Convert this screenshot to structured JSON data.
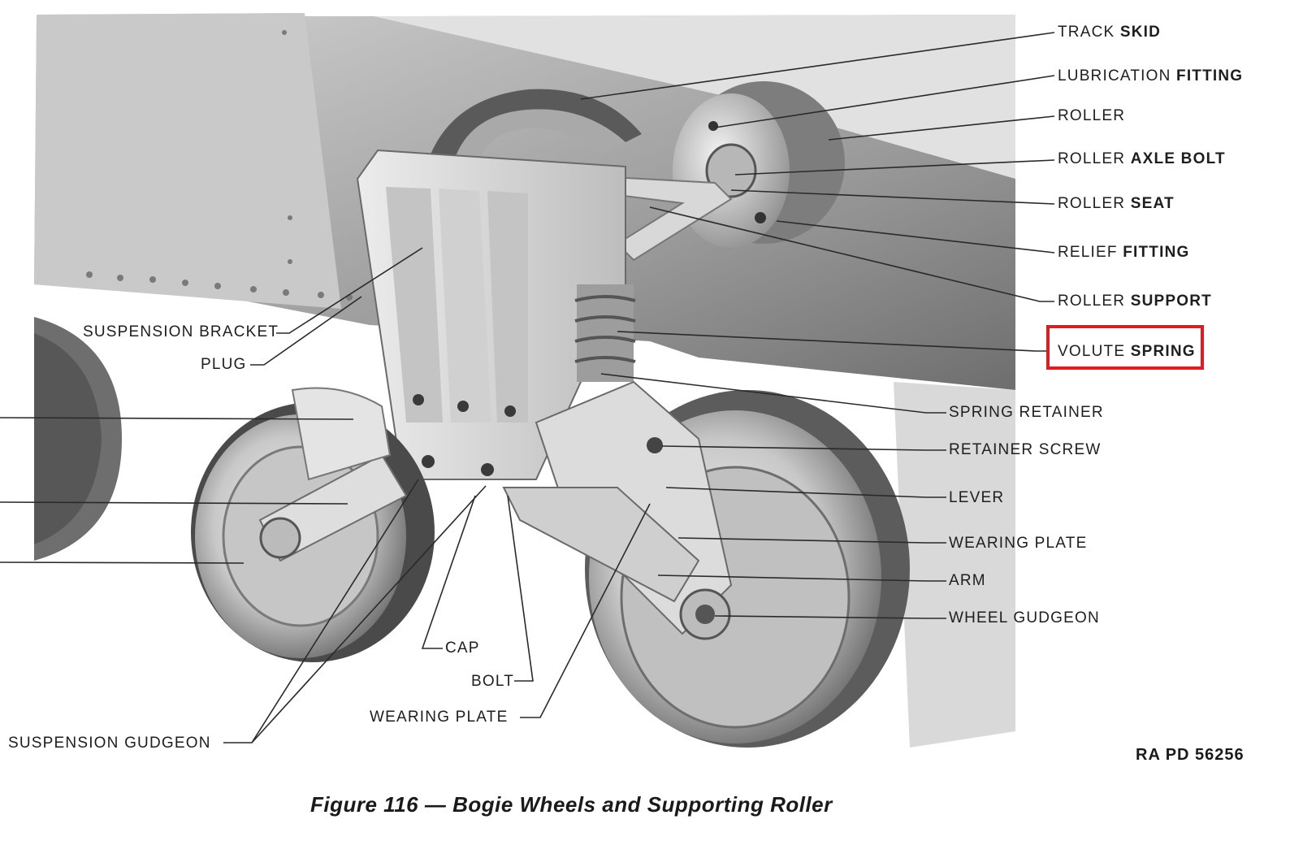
{
  "caption": "Figure 116 — Bogie Wheels and Supporting Roller",
  "reference_code": "RA PD 56256",
  "highlight_color": "#e01b22",
  "highlighted_label": "VOLUTE SPRING",
  "labels": {
    "track_skid": {
      "a": "TRACK",
      "b": "SKID"
    },
    "lubrication_fitting": {
      "a": "LUBRICATION",
      "b": "FITTING"
    },
    "roller": {
      "a": "ROLLER",
      "b": ""
    },
    "roller_axle_bolt": {
      "a": "ROLLER",
      "b": "AXLE BOLT"
    },
    "roller_seat": {
      "a": "ROLLER",
      "b": "SEAT"
    },
    "relief_fitting": {
      "a": "RELIEF",
      "b": "FITTING"
    },
    "roller_support": {
      "a": "ROLLER",
      "b": "SUPPORT"
    },
    "volute_spring": {
      "a": "VOLUTE",
      "b": "SPRING"
    },
    "spring_retainer": {
      "a": "SPRING RETAINER",
      "b": ""
    },
    "retainer_screw": {
      "a": "RETAINER SCREW",
      "b": ""
    },
    "lever": {
      "a": "LEVER",
      "b": ""
    },
    "wearing_plate_right": {
      "a": "WEARING PLATE",
      "b": ""
    },
    "arm": {
      "a": "ARM",
      "b": ""
    },
    "wheel_gudgeon": {
      "a": "WHEEL GUDGEON",
      "b": ""
    },
    "suspension_bracket": {
      "a": "SUSPENSION BRACKET",
      "b": ""
    },
    "plug": {
      "a": "PLUG",
      "b": ""
    },
    "cap": {
      "a": "CAP",
      "b": ""
    },
    "bolt": {
      "a": "BOLT",
      "b": ""
    },
    "wearing_plate_bottom": {
      "a": "WEARING PLATE",
      "b": ""
    },
    "suspension_gudgeon": {
      "a": "SUSPENSION GUDGEON",
      "b": ""
    }
  }
}
